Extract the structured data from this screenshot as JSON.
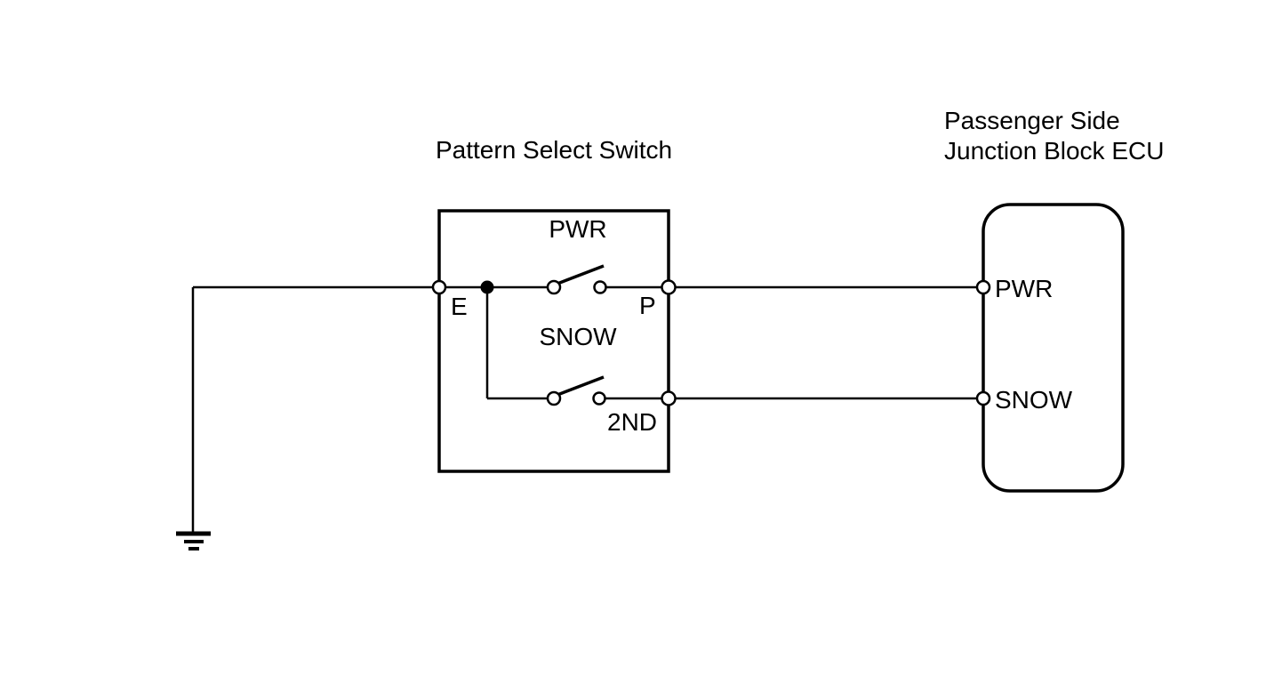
{
  "page": {
    "background": "#ffffff",
    "line_color": "#000000"
  },
  "pattern_select_switch": {
    "title": "Pattern Select Switch",
    "mode_labels": {
      "pwr": "PWR",
      "snow": "SNOW"
    },
    "terminals": {
      "e": "E",
      "p": "P",
      "second": "2ND"
    }
  },
  "junction_block_ecu": {
    "title_line1": "Passenger Side",
    "title_line2": "Junction Block ECU",
    "terminals": {
      "pwr": "PWR",
      "snow": "SNOW"
    }
  }
}
